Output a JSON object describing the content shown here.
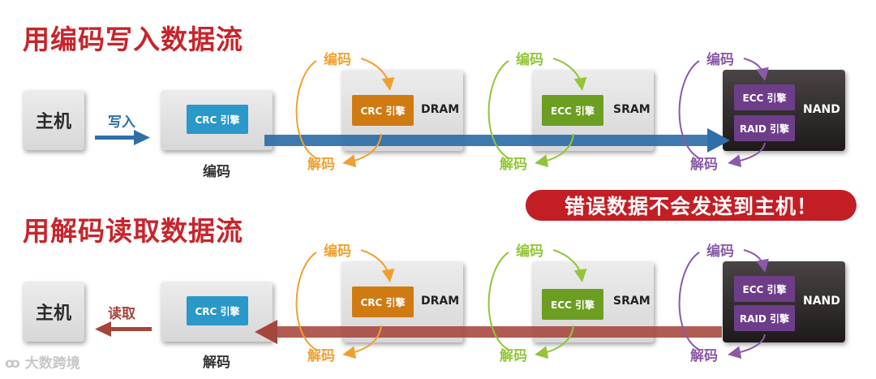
{
  "colors": {
    "title_red": "#c8242b",
    "write_arrow": "#2e6fa8",
    "read_arrow": "#a5453c",
    "crc_blue": "#2a98c8",
    "crc_orange": "#d07a12",
    "ecc_green": "#6c9e22",
    "nand_purple": "#6e3d8a",
    "cycle_orange": "#f0a030",
    "cycle_green": "#92c53a",
    "cycle_purple": "#8a5aa6"
  },
  "write": {
    "title": "用编码写入数据流",
    "host": "主机",
    "action": "写入",
    "controller_engine": "CRC 引擎",
    "controller_caption": "编码",
    "dram_engine": "CRC 引擎",
    "dram_label": "DRAM",
    "sram_engine": "ECC 引擎",
    "sram_label": "SRAM",
    "nand_engine1": "ECC 引擎",
    "nand_engine2": "RAID 引擎",
    "nand_label": "NAND",
    "encode": "编码",
    "decode": "解码"
  },
  "read": {
    "title": "用解码读取数据流",
    "host": "主机",
    "action": "读取",
    "controller_engine": "CRC 引擎",
    "controller_caption": "解码",
    "dram_engine": "CRC 引擎",
    "dram_label": "DRAM",
    "sram_engine": "ECC 引擎",
    "sram_label": "SRAM",
    "nand_engine1": "ECC 引擎",
    "nand_engine2": "RAID 引擎",
    "nand_label": "NAND",
    "encode": "编码",
    "decode": "解码"
  },
  "banner": "错误数据不会发送到主机！",
  "watermark": "大数跨境"
}
